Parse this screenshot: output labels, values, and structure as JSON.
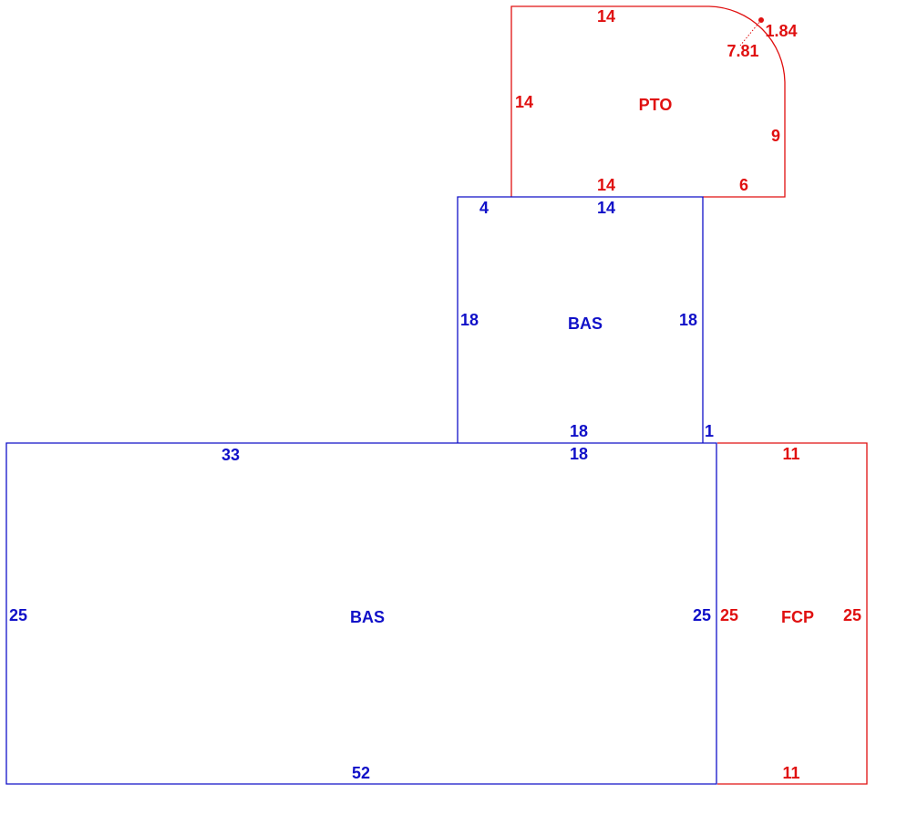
{
  "colors": {
    "living": "#1010c8",
    "porch": "#e01010",
    "background": "#ffffff"
  },
  "areas": [
    {
      "id": "pto",
      "code": "PTO",
      "color": "porch",
      "dimensions": {
        "top": "14",
        "left": "14",
        "bottom_left": "14",
        "bottom_right": "6",
        "right": "9",
        "arc_radius": "7.81",
        "arc_chord": "1.84"
      }
    },
    {
      "id": "bas-upper",
      "code": "BAS",
      "color": "living",
      "dimensions": {
        "top_left": "4",
        "top": "14",
        "left": "18",
        "right": "18",
        "bottom": "18",
        "step": "1"
      }
    },
    {
      "id": "bas-main",
      "code": "BAS",
      "color": "living",
      "dimensions": {
        "top_left": "33",
        "top_right": "18",
        "left": "25",
        "right": "25",
        "bottom": "52"
      }
    },
    {
      "id": "fcp",
      "code": "FCP",
      "color": "porch",
      "dimensions": {
        "top": "11",
        "left": "25",
        "right": "25",
        "bottom": "11"
      }
    }
  ]
}
